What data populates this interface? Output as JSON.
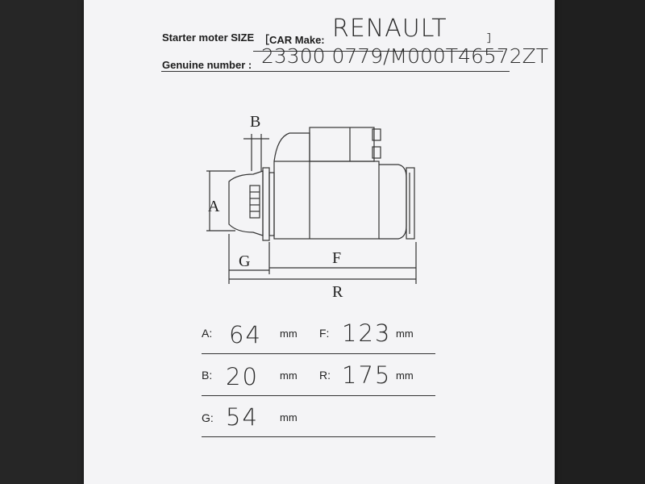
{
  "header": {
    "size_label": "Starter moter SIZE",
    "car_make_label": "［CAR Make:",
    "car_make_value": "RENAULT",
    "bracket_close": "］",
    "genuine_label": "Genuine number :",
    "genuine_value": "23300 0779/M000T46572ZT"
  },
  "diagram": {
    "labels": {
      "a": "A",
      "b": "B",
      "f": "F",
      "g": "G",
      "r": "R"
    }
  },
  "measurements": [
    {
      "label": "A:",
      "value": "64",
      "unit": "mm"
    },
    {
      "label": "F:",
      "value": "123",
      "unit": "mm"
    },
    {
      "label": "B:",
      "value": "20",
      "unit": "mm"
    },
    {
      "label": "R:",
      "value": "175",
      "unit": "mm"
    },
    {
      "label": "G:",
      "value": "54",
      "unit": "mm"
    }
  ]
}
